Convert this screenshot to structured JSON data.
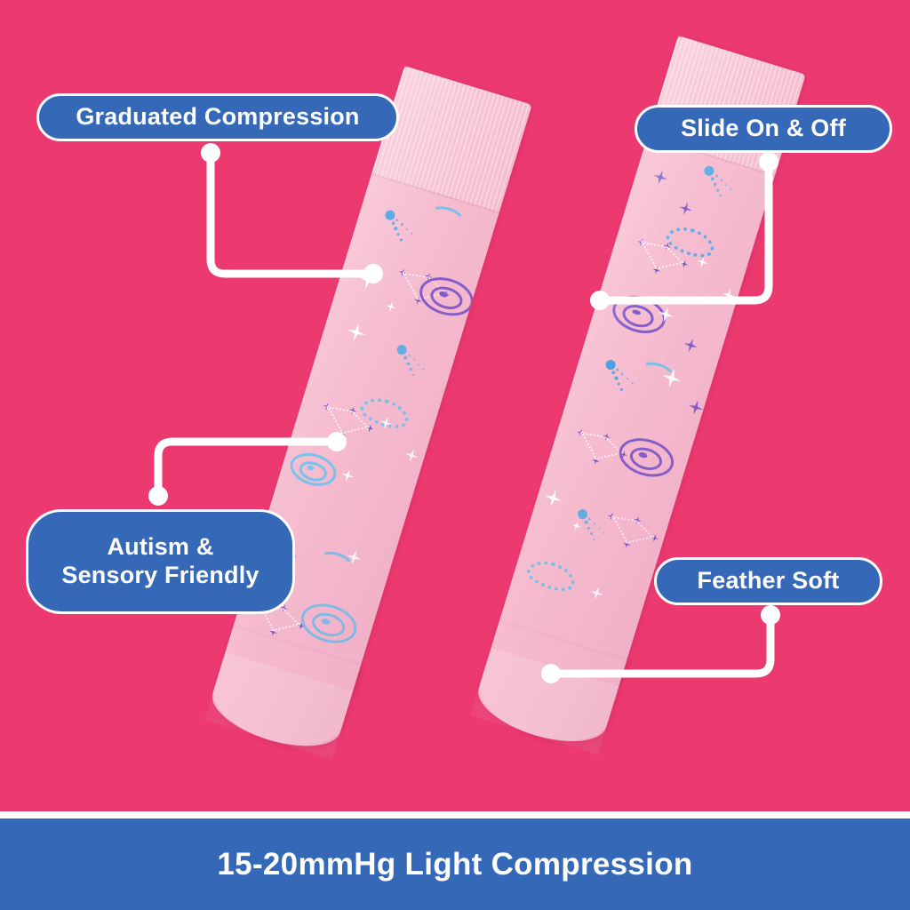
{
  "background": {
    "color": "#ec3a71",
    "accent_blue": "#3569b8",
    "outline": "#ffffff",
    "sock_pink": "#f6b9ce"
  },
  "product": {
    "name": "Pink space-pattern knee-high compression socks",
    "sock_pattern_motifs": [
      "spiral-galaxy",
      "four-point-star",
      "comet",
      "constellation",
      "nebula-cloud",
      "crescent-arc"
    ]
  },
  "callouts": [
    {
      "id": "graduated-compression",
      "label": "Graduated Compression"
    },
    {
      "id": "slide-on-off",
      "label": "Slide On & Off"
    },
    {
      "id": "autism-sensory-friendly",
      "label": "Autism &\nSensory Friendly"
    },
    {
      "id": "feather-soft",
      "label": "Feather Soft"
    }
  ],
  "banner": {
    "text": "15-20mmHg Light Compression"
  }
}
